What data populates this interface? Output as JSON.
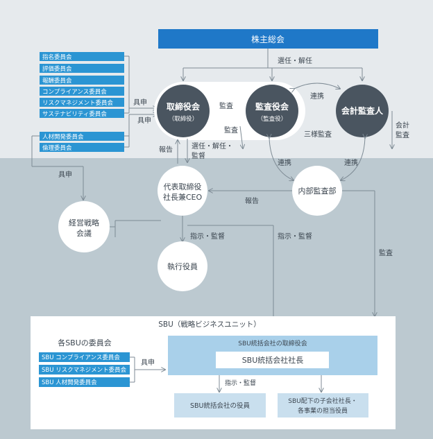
{
  "colors": {
    "top_bg": "#e6eaed",
    "bottom_bg": "#bcc9d0",
    "blue": "#1f78c8",
    "committee_blue": "#2b95d3",
    "dark_circle": "#4a5560",
    "line": "#7d8a94",
    "sbu_panel": "#a9d0ea",
    "sbu_box": "#c9dfee",
    "text_dark": "#3c4650"
  },
  "shareholders_meeting": "株主総会",
  "board_committees": [
    "指名委員会",
    "評価委員会",
    "報酬委員会",
    "コンプライアンス委員会",
    "リスクマネジメント委員会",
    "サステナビリティ委員会"
  ],
  "exec_committees": [
    "人材開発委員会",
    "倫理委員会"
  ],
  "board": {
    "title": "取締役会",
    "sub": "（取締役）"
  },
  "audit_board": {
    "title": "監査役会",
    "sub": "（監査役）"
  },
  "accounting_auditor": "会計監査人",
  "ceo": {
    "line1": "代表取締役",
    "line2": "社長兼CEO"
  },
  "internal_audit": "内部監査部",
  "strategy_meeting": {
    "line1": "経営戦略",
    "line2": "会議"
  },
  "executive_officers": "執行役員",
  "labels": {
    "elect_dismiss": "選任・解任",
    "cooperation": "連携",
    "audit": "監査",
    "report": "報告",
    "proposal": "具申",
    "three_way_audit": "三様監査",
    "accounting_audit_1": "会計",
    "accounting_audit_2": "監査",
    "elect_dismiss_supervise_1": "選任・解任・",
    "elect_dismiss_supervise_2": "監督",
    "instruct_supervise": "指示・監督"
  },
  "sbu": {
    "title": "SBU（戦略ビジネスユニット）",
    "committees_title": "各SBUの委員会",
    "committees": [
      "SBU コンプライアンス委員会",
      "SBU リスクマネジメント委員会",
      "SBU 人材開発委員会"
    ],
    "board_label": "SBU統括会社の取締役会",
    "president": "SBU統括会社社長",
    "officers": "SBU統括会社の役員",
    "subsidiary_line1": "SBU配下の子会社社長・",
    "subsidiary_line2": "各事業の担当役員",
    "proposal": "具申",
    "instruct_supervise": "指示・監督"
  }
}
